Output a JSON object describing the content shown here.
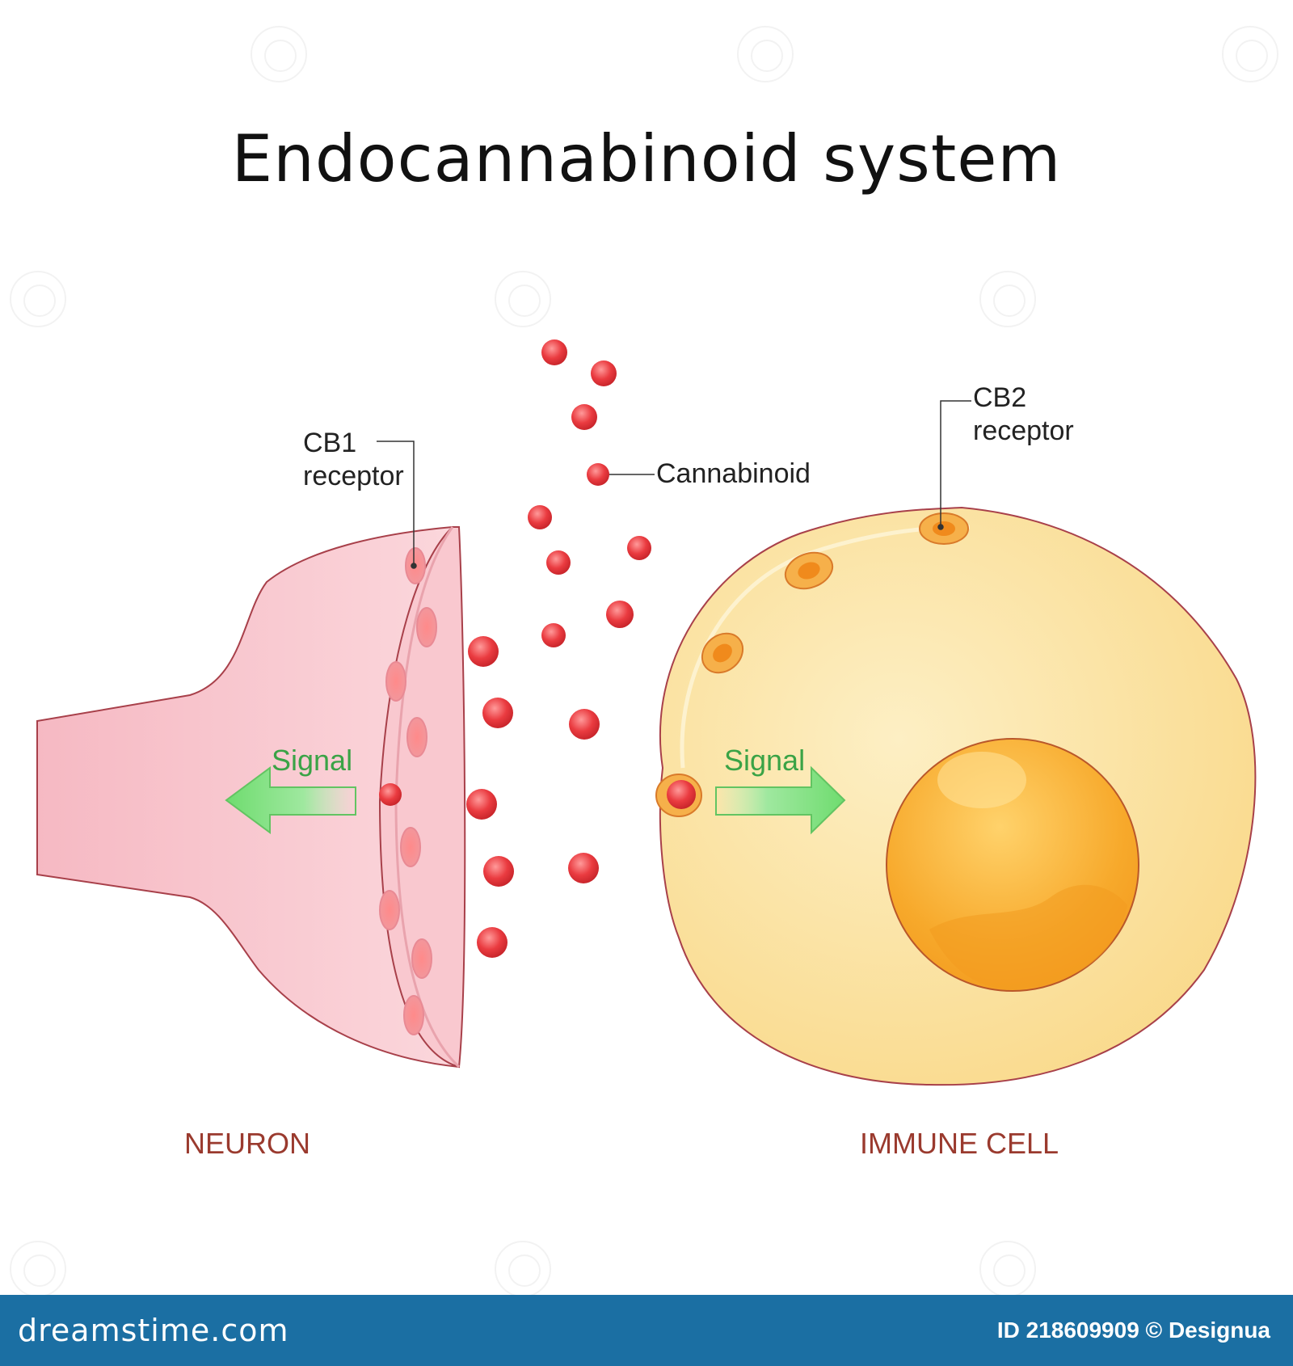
{
  "title": "Endocannabinoid system",
  "labels": {
    "cb1_receptor": "CB1\nreceptor",
    "cb2_receptor": "CB2\nreceptor",
    "cannabinoid": "Cannabinoid",
    "signal_left": "Signal",
    "signal_right": "Signal",
    "neuron": "NEURON",
    "immune_cell": "IMMUNE CELL"
  },
  "footer": {
    "brand": "dreamstime.com",
    "credit": "ID 218609909 © Designua"
  },
  "colors": {
    "neuron_fill": "#f7c4cc",
    "neuron_outline": "#a8404a",
    "cell_fill": "#fbe3a4",
    "nucleus_fill": "#f8b740",
    "cannabinoid": "#e8383e",
    "signal_arrow": "#7fdc7f",
    "signal_text": "#3aa346",
    "caption_text": "#9a3a2e",
    "footer_bar": "#1b6fa3"
  }
}
